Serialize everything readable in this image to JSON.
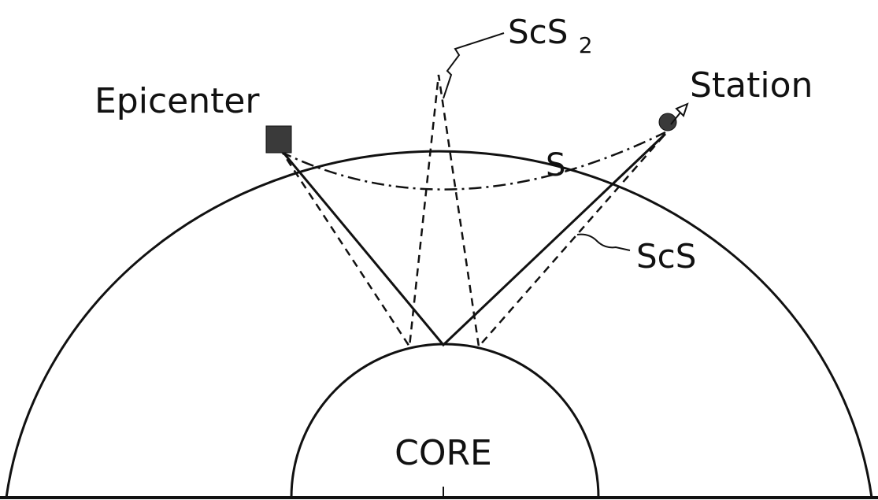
{
  "labels": {
    "epicenter": "Epicenter",
    "station": "Station",
    "core": "CORE",
    "s": "S",
    "scs": "ScS",
    "scs2_base": "ScS",
    "scs2_sub": "2"
  },
  "colors": {
    "ink": "#111111",
    "marker": "#3a3a3a",
    "background": "#ffffff"
  }
}
